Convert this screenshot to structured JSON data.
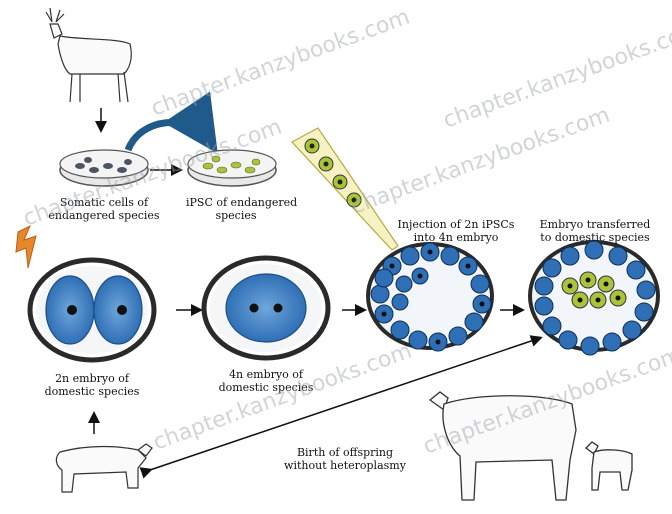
{
  "labels": {
    "somatic_cells": [
      "Somatic cells of",
      "endangered species"
    ],
    "ipsc": [
      "iPSC of endangered",
      "species"
    ],
    "injection": [
      "Injection of 2n iPSCs",
      "into 4n embryo"
    ],
    "embryo_transferred": [
      "Embryo transferred",
      "to domestic species"
    ],
    "embryo_2n": [
      "2n embryo of",
      "domestic species"
    ],
    "embryo_4n": [
      "4n embryo of",
      "domestic species"
    ],
    "birth": [
      "Birth of offspring",
      "without heteroplasmy"
    ]
  },
  "watermarks": [
    "chapter.kanzybooks.com",
    "chapter.kanzybooks.com",
    "chapter.kanzybooks.com",
    "chapter.kanzybooks.com",
    "chapter.kanzybooks.com",
    "chapter.kanzybooks.com"
  ],
  "colors": {
    "cell_blue": "#3d7fc4",
    "embryo_ring": "#2a2a2a",
    "ipsc_green": "#a9c43a",
    "arrow_blue": "#1f5a8a",
    "zap_orange": "#e8862a"
  }
}
